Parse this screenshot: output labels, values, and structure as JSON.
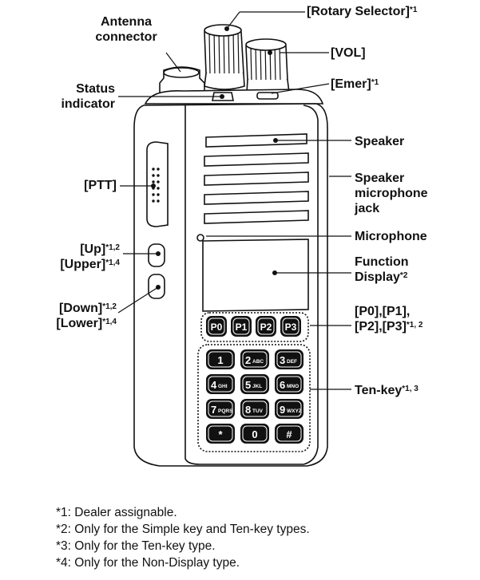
{
  "labels": {
    "antenna_connector": [
      "Antenna",
      "connector"
    ],
    "rotary_selector": "[Rotary Selector]",
    "rotary_selector_sup": "*1",
    "vol": "[VOL]",
    "emer": "[Emer]",
    "emer_sup": "*1",
    "status_indicator": [
      "Status",
      "indicator"
    ],
    "speaker": "Speaker",
    "speaker_mic_jack": [
      "Speaker",
      "microphone",
      "jack"
    ],
    "ptt": "[PTT]",
    "microphone": "Microphone",
    "up": "[Up]",
    "up_sup": "*1,2",
    "upper": "[Upper]",
    "upper_sup": "*1,4",
    "function_display": [
      "Function",
      "Display"
    ],
    "function_display_sup": "*2",
    "down": "[Down]",
    "down_sup": "*1,2",
    "lower": "[Lower]",
    "lower_sup": "*1,4",
    "p_keys": [
      "[P0],[P1],",
      "[P2],[P3]"
    ],
    "p_keys_sup": "*1, 2",
    "ten_key": "Ten-key",
    "ten_key_sup": "*1, 3"
  },
  "p_buttons": [
    "P0",
    "P1",
    "P2",
    "P3"
  ],
  "keypad": [
    {
      "main": "1",
      "sub": ""
    },
    {
      "main": "2",
      "sub": "ABC"
    },
    {
      "main": "3",
      "sub": "DEF"
    },
    {
      "main": "4",
      "sub": "GHI"
    },
    {
      "main": "5",
      "sub": "JKL"
    },
    {
      "main": "6",
      "sub": "MNO"
    },
    {
      "main": "7",
      "sub": "PQRS"
    },
    {
      "main": "8",
      "sub": "TUV"
    },
    {
      "main": "9",
      "sub": "WXYZ"
    },
    {
      "main": "*",
      "sub": ""
    },
    {
      "main": "0",
      "sub": ""
    },
    {
      "main": "#",
      "sub": ""
    }
  ],
  "notes": [
    "*1: Dealer assignable.",
    "*2: Only for the Simple key and Ten-key types.",
    "*3: Only for the Ten-key type.",
    "*4: Only for the Non-Display type."
  ]
}
